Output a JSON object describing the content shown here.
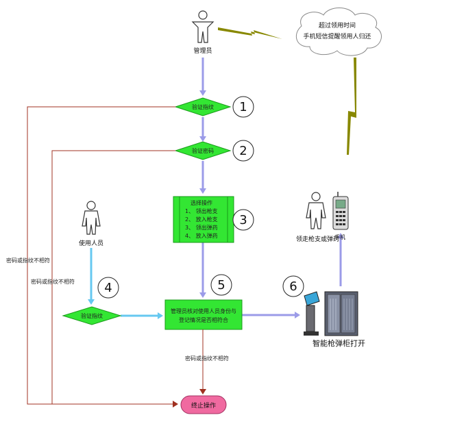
{
  "roles": {
    "admin": "管理员",
    "user": "使用人员",
    "receiver": "领走枪支或弹药"
  },
  "alert_cloud": {
    "line1": "超过领用时间",
    "line2": "手机短信提醒领用人归还"
  },
  "steps": {
    "verify_fingerprint": "验证指纹",
    "verify_password": "验证密码",
    "operation_title": "选择操作",
    "operations": [
      "1、 领出枪支",
      "2、 放入枪支",
      "3、 领出弹药",
      "4、 放入弹药"
    ],
    "user_verify_fingerprint": "验证指纹",
    "check_line1": "管理员核对使用人员身份与",
    "check_line2": "登记情况是否相符合",
    "terminate": "终止操作"
  },
  "step_numbers": [
    "1",
    "2",
    "3",
    "4",
    "5",
    "6"
  ],
  "mismatch_labels": {
    "left_outer": "密码或指纹不相符",
    "left_inner": "密码或指纹不相符",
    "center": "密码或指纹不相符"
  },
  "cabinet_label": "智能枪弹柜打开",
  "phone_label": "手机",
  "colors": {
    "flow_arrow": "#9b9be8",
    "user_arrow": "#66c8f0",
    "reject_line": "#a03020",
    "decision_fill": "#33e633",
    "process_fill": "#33e633",
    "terminate_fill": "#f06aa0",
    "lightning": "#888800"
  }
}
